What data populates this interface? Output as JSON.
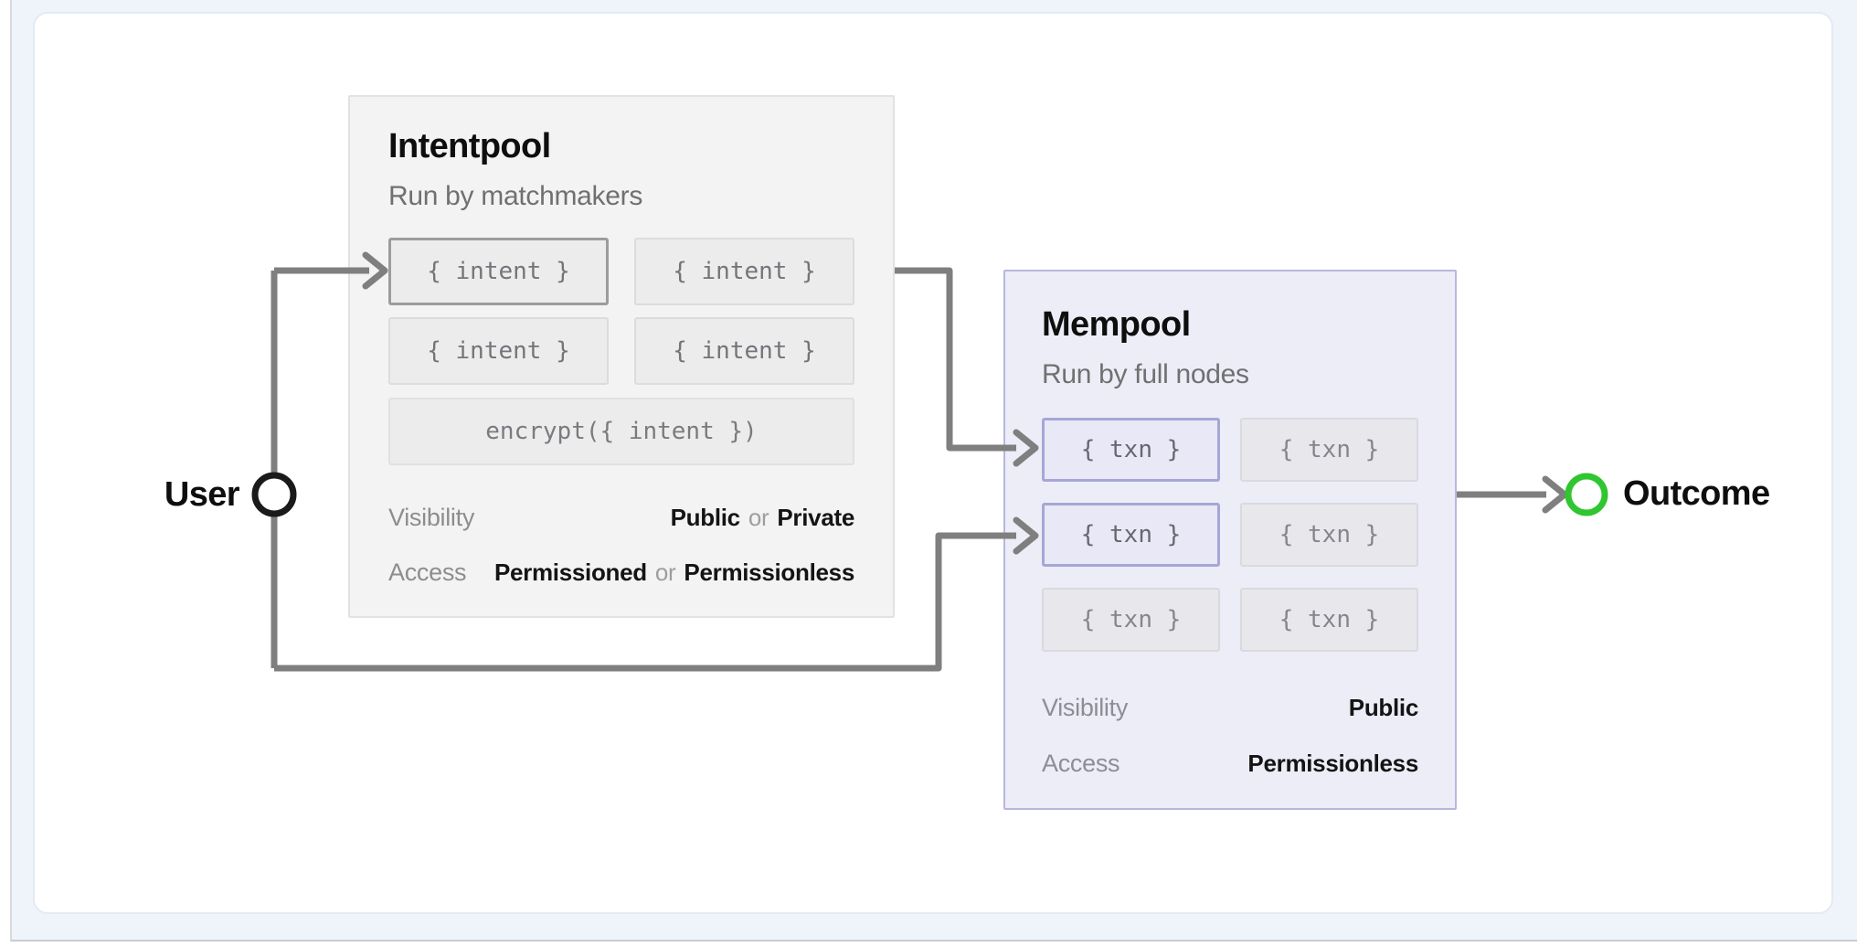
{
  "diagram": {
    "user": {
      "label": "User"
    },
    "outcome": {
      "label": "Outcome"
    },
    "intentpool": {
      "title": "Intentpool",
      "subtitle": "Run by matchmakers",
      "chips": [
        "{ intent }",
        "{ intent }",
        "{ intent }",
        "{ intent }"
      ],
      "encrypt_chip": "encrypt({ intent })",
      "properties": [
        {
          "label": "Visibility",
          "value_a": "Public",
          "or": "or",
          "value_b": "Private"
        },
        {
          "label": "Access",
          "value_a": "Permissioned",
          "or": "or",
          "value_b": "Permissionless"
        }
      ]
    },
    "mempool": {
      "title": "Mempool",
      "subtitle": "Run by full nodes",
      "chips": [
        "{ txn }",
        "{ txn }",
        "{ txn }",
        "{ txn }",
        "{ txn }",
        "{ txn }"
      ],
      "properties": [
        {
          "label": "Visibility",
          "value": "Public"
        },
        {
          "label": "Access",
          "value": "Permissionless"
        }
      ]
    },
    "colors": {
      "connector_gray": "#7f7f7f",
      "user_node_stroke": "#1a1a1a",
      "outcome_node_green": "#2fc62f",
      "intentpool_bg": "#f3f3f3",
      "mempool_bg": "#ededf8",
      "mempool_border": "#b7b7de",
      "highlight_chip_border": "#9c9c9c",
      "txn_chip_border": "#a6a6d6"
    }
  }
}
